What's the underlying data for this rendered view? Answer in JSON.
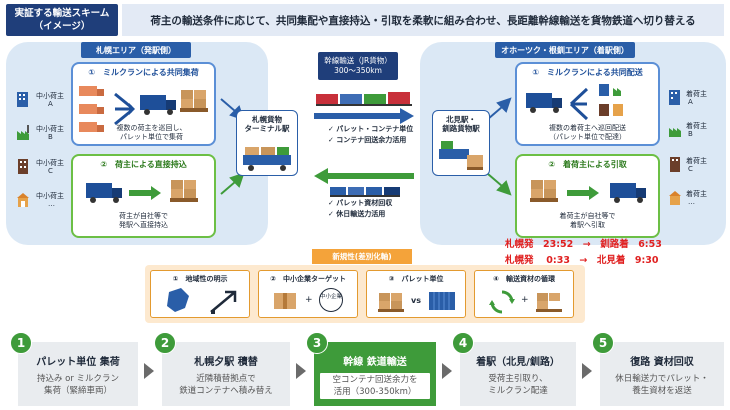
{
  "header": {
    "badge_line1": "実証する輸送スキーム",
    "badge_line2": "（イメージ）",
    "summary": "荷主の輸送条件に応じて、共同集配や直接持込・引取を柔軟に組み合わせ、長距離幹線輸送を貨物鉄道へ切り替える"
  },
  "left_area": {
    "label": "札幌エリア（発駅側）",
    "milk_run": {
      "title": "①　ミルクランによる共同集荷",
      "desc_line1": "複数の荷主を巡回し、",
      "desc_line2": "パレット単位で集荷"
    },
    "direct": {
      "title": "②　荷主による直接持込",
      "desc_line1": "荷主が自社等で",
      "desc_line2": "発駅へ直接持込"
    },
    "shippers": [
      {
        "line1": "中小荷主",
        "line2": "A"
      },
      {
        "line1": "中小荷主",
        "line2": "B"
      },
      {
        "line1": "中小荷主",
        "line2": "C"
      },
      {
        "line1": "中小荷主",
        "line2": "…"
      }
    ],
    "station": {
      "line1": "札幌貨物",
      "line2": "ターミナル駅"
    }
  },
  "right_area": {
    "label": "オホーツク・根釧エリア（着駅側）",
    "milk_run": {
      "title": "①　ミルクランによる共同配送",
      "desc_line1": "複数の着荷主へ巡回配送",
      "desc_line2": "（パレット単位で配達）"
    },
    "pickup": {
      "title": "②　着荷主による引取",
      "desc_line1": "着荷主が自社等で",
      "desc_line2": "着駅へ引取"
    },
    "consignees": [
      {
        "line1": "着荷主",
        "line2": "A"
      },
      {
        "line1": "着荷主",
        "line2": "B"
      },
      {
        "line1": "着荷主",
        "line2": "C"
      },
      {
        "line1": "着荷主",
        "line2": "…"
      }
    ],
    "station": {
      "line1": "北見駅・",
      "line2": "釧路貨物駅"
    }
  },
  "trunk": {
    "badge_line1": "幹線輸送（JR貨物）",
    "badge_line2": "300～350km",
    "outbound": [
      "✓ パレット・コンテナ単位",
      "✓ コンテナ回送余力活用"
    ],
    "return": [
      "✓ パレット資材回収",
      "✓ 休日輸送力活用"
    ]
  },
  "times": [
    {
      "text": "札幌発　23:52　→　釧路着　6:53"
    },
    {
      "text": "札幌発　 0:33　→　北見着　9:30"
    }
  ],
  "novelty": {
    "label": "新規性(差別化軸)",
    "items": [
      {
        "title": "①　地域性の明示"
      },
      {
        "title": "②　中小企業ターゲット",
        "badge": "中小企業"
      },
      {
        "title": "③　パレット単位",
        "vs": "vs"
      },
      {
        "title": "④　輸送資材の循環"
      }
    ]
  },
  "steps": [
    {
      "num": "1",
      "title": "パレット単位 集荷",
      "line1": "持込み or ミルクラン",
      "line2": "集荷（緊締車両）"
    },
    {
      "num": "2",
      "title": "札幌夕駅 積替",
      "line1": "近隣積替拠点で",
      "line2": "鉄道コンテナへ積み替え"
    },
    {
      "num": "3",
      "title": "幹線 鉄道輸送",
      "line1": "空コンテナ回送余力を",
      "line2": "活用（300-350km）"
    },
    {
      "num": "4",
      "title": "着駅（北見/釧路）",
      "line1": "受荷主引取り、",
      "line2": "ミルクラン配達"
    },
    {
      "num": "5",
      "title": "復路 資材回収",
      "line1": "休日輸送力でパレット・",
      "line2": "養生資材を返送"
    }
  ],
  "colors": {
    "navy": "#1f3e7a",
    "blue": "#2a5ea8",
    "green": "#3e9b3a",
    "orange": "#f4a33a",
    "red": "#e02020"
  }
}
